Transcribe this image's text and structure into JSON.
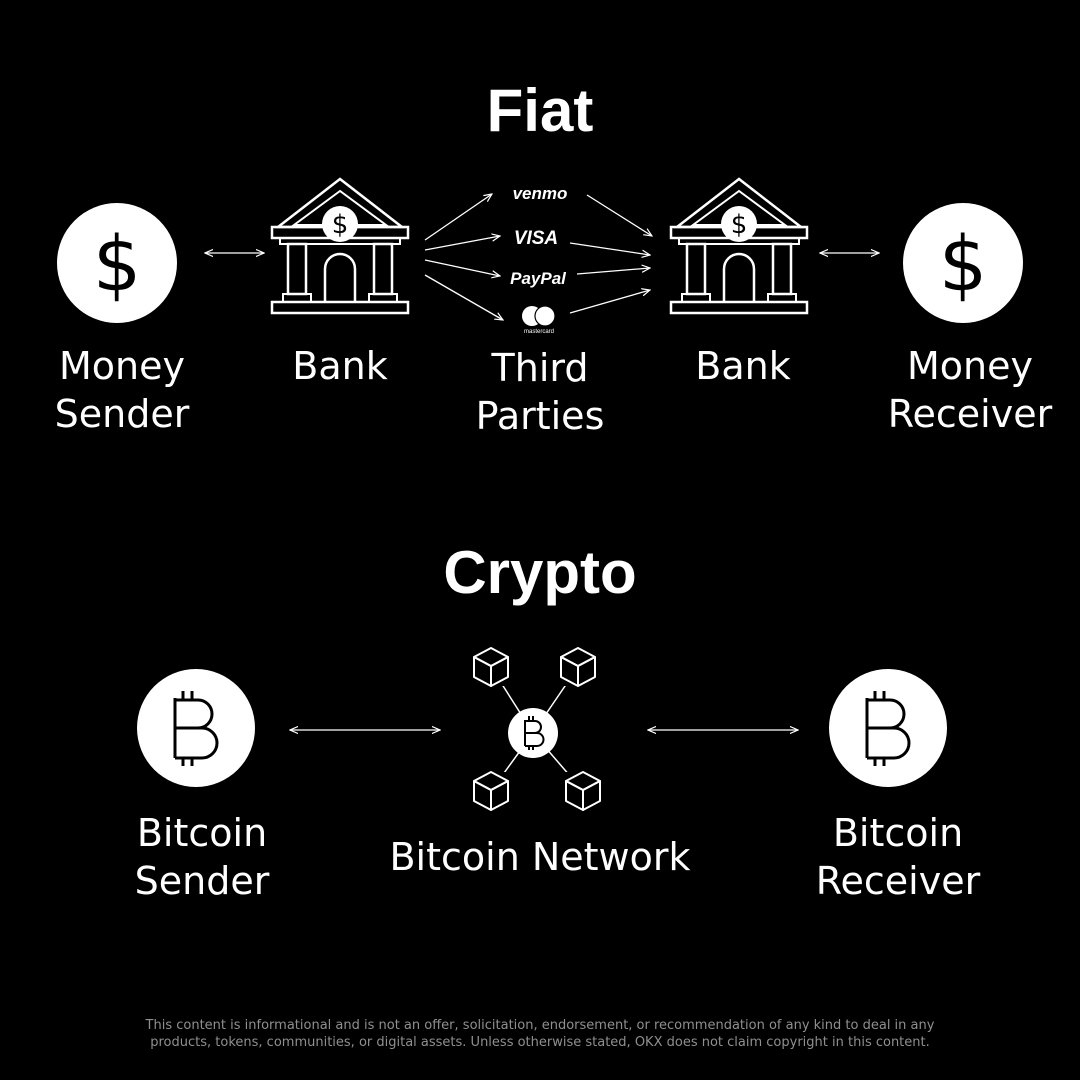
{
  "fiat": {
    "title": "Fiat",
    "sender_line1": "Money",
    "sender_line2": "Sender",
    "bank_left": "Bank",
    "third_line1": "Third",
    "third_line2": "Parties",
    "bank_right": "Bank",
    "receiver_line1": "Money",
    "receiver_line2": "Receiver",
    "providers": [
      "venmo",
      "VISA",
      "PayPal",
      "mastercard"
    ]
  },
  "crypto": {
    "title": "Crypto",
    "sender_line1": "Bitcoin",
    "sender_line2": "Sender",
    "network": "Bitcoin Network",
    "receiver_line1": "Bitcoin",
    "receiver_line2": "Receiver"
  },
  "disclaimer": "This content is informational and is not an offer, solicitation, endorsement, or recommendation of any kind to deal in any products, tokens, communities, or digital assets. Unless otherwise stated, OKX does not claim copyright in this content.",
  "colors": {
    "background": "#000000",
    "foreground": "#ffffff",
    "disclaimer": "#8f8f8f"
  }
}
